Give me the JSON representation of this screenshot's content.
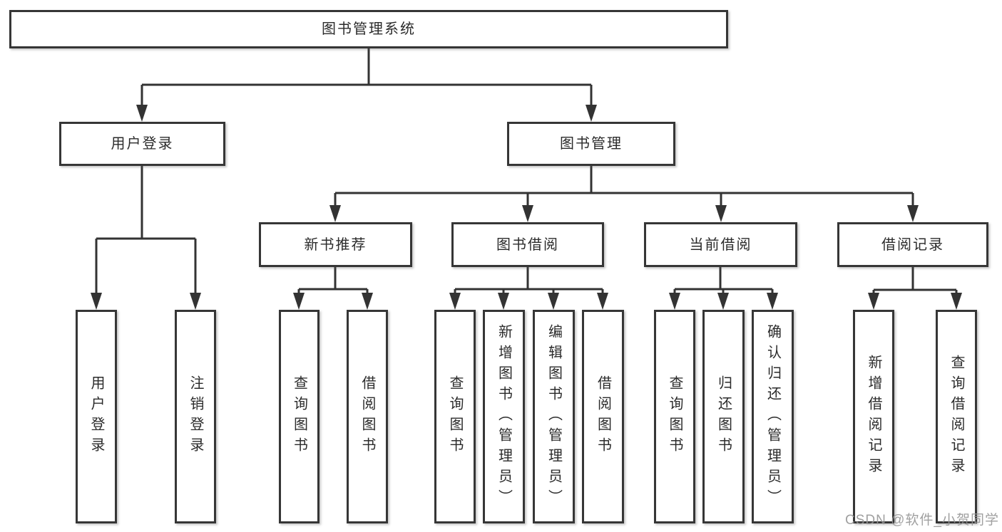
{
  "diagram": {
    "type": "hierarchy-tree",
    "nodes": {
      "root": {
        "label": "图书管理系统"
      },
      "user_login": {
        "label": "用户登录"
      },
      "book_mgmt": {
        "label": "图书管理"
      },
      "new_book_rec": {
        "label": "新书推荐"
      },
      "book_borrow": {
        "label": "图书借阅"
      },
      "current_borrow": {
        "label": "当前借阅"
      },
      "borrow_record": {
        "label": "借阅记录"
      },
      "leaf_user_login": {
        "label": "用户登录"
      },
      "leaf_logout": {
        "label": "注销登录"
      },
      "leaf_query_book_rec": {
        "label": "查询图书"
      },
      "leaf_borrow_book_rec": {
        "label": "借阅图书"
      },
      "leaf_query_book_borrow": {
        "label": "查询图书"
      },
      "leaf_add_book": {
        "label": "新增图书（管理员）"
      },
      "leaf_edit_book": {
        "label": "编辑图书（管理员）"
      },
      "leaf_borrow_book_borrow": {
        "label": "借阅图书"
      },
      "leaf_query_book_current": {
        "label": "查询图书"
      },
      "leaf_return_book": {
        "label": "归还图书"
      },
      "leaf_confirm_return": {
        "label": "确认归还（管理员）"
      },
      "leaf_add_borrow_record": {
        "label": "新增借阅记录"
      },
      "leaf_query_borrow_record": {
        "label": "查询借阅记录"
      }
    },
    "hierarchy": {
      "图书管理系统": {
        "用户登录": [
          "用户登录",
          "注销登录"
        ],
        "图书管理": {
          "新书推荐": [
            "查询图书",
            "借阅图书"
          ],
          "图书借阅": [
            "查询图书",
            "新增图书（管理员）",
            "编辑图书（管理员）",
            "借阅图书"
          ],
          "当前借阅": [
            "查询图书",
            "归还图书",
            "确认归还（管理员）"
          ],
          "借阅记录": [
            "新增借阅记录",
            "查询借阅记录"
          ]
        }
      }
    }
  },
  "watermark": {
    "text": "CSDN @软件_小贺同学",
    "color": "#969696"
  },
  "colors": {
    "line": "#333333",
    "box_border": "#363636",
    "text": "#2b2b2b",
    "background": "#ffffff"
  }
}
